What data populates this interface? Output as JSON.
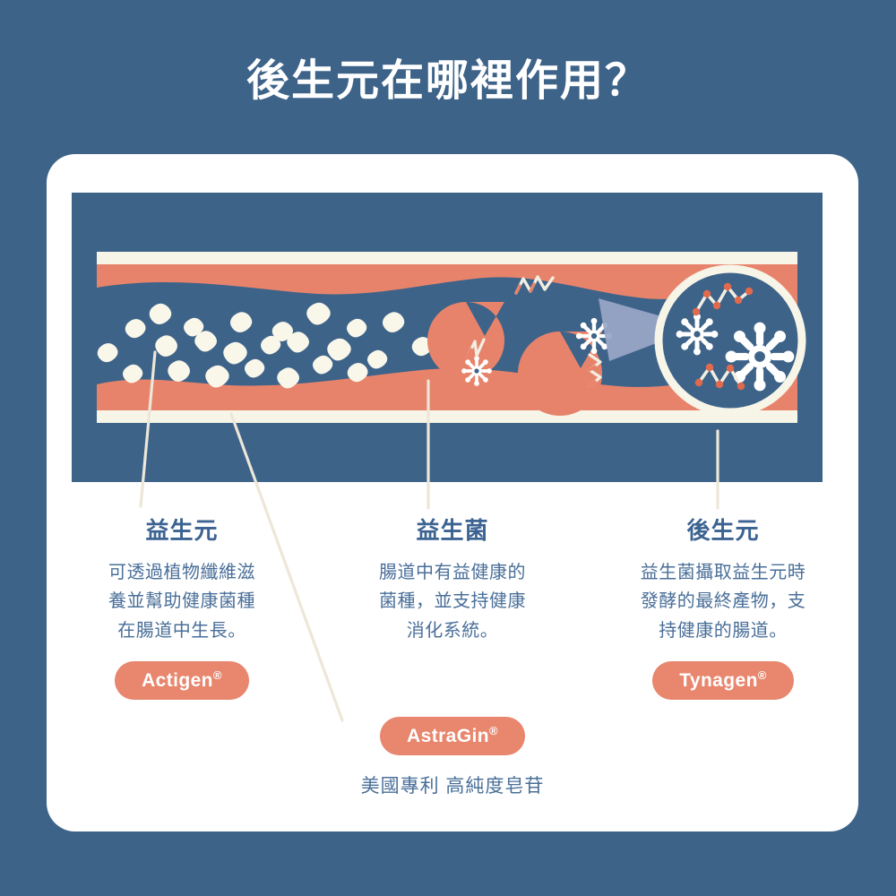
{
  "title": "後生元在哪裡作用？",
  "colors": {
    "background_blue": "#3d6389",
    "card_white": "#ffffff",
    "panel_blue": "#3d6389",
    "coral": "#e8836b",
    "cream": "#f7f4e8",
    "heading_blue": "#3c6391",
    "body_blue": "#4a6f99",
    "pointer_lavender": "#9aa6c8"
  },
  "columns": [
    {
      "heading": "益生元",
      "body": "可透過植物纖維滋\n養並幫助健康菌種\n在腸道中生長。",
      "pill": "Actigen",
      "pill_mark": "®"
    },
    {
      "heading": "益生菌",
      "body": "腸道中有益健康的\n菌種，並支持健康\n消化系統。",
      "pill": null,
      "pill_mark": null
    },
    {
      "heading": "後生元",
      "body": "益生菌攝取益生元時\n發酵的最終產物，支\n持健康的腸道。",
      "pill": "Tynagen",
      "pill_mark": "®"
    }
  ],
  "astragin": {
    "pill": "AstraGin",
    "pill_mark": "®",
    "caption": "美國專利 高純度皂苷"
  },
  "illustration": {
    "description": "intestine-cross-section",
    "fiber_particles": 24,
    "probiotic_shapes": 2,
    "postbiotic_stars": 3,
    "postbiotic_chains": 3,
    "magnifier": {
      "stars": 2,
      "chains": 2
    }
  }
}
